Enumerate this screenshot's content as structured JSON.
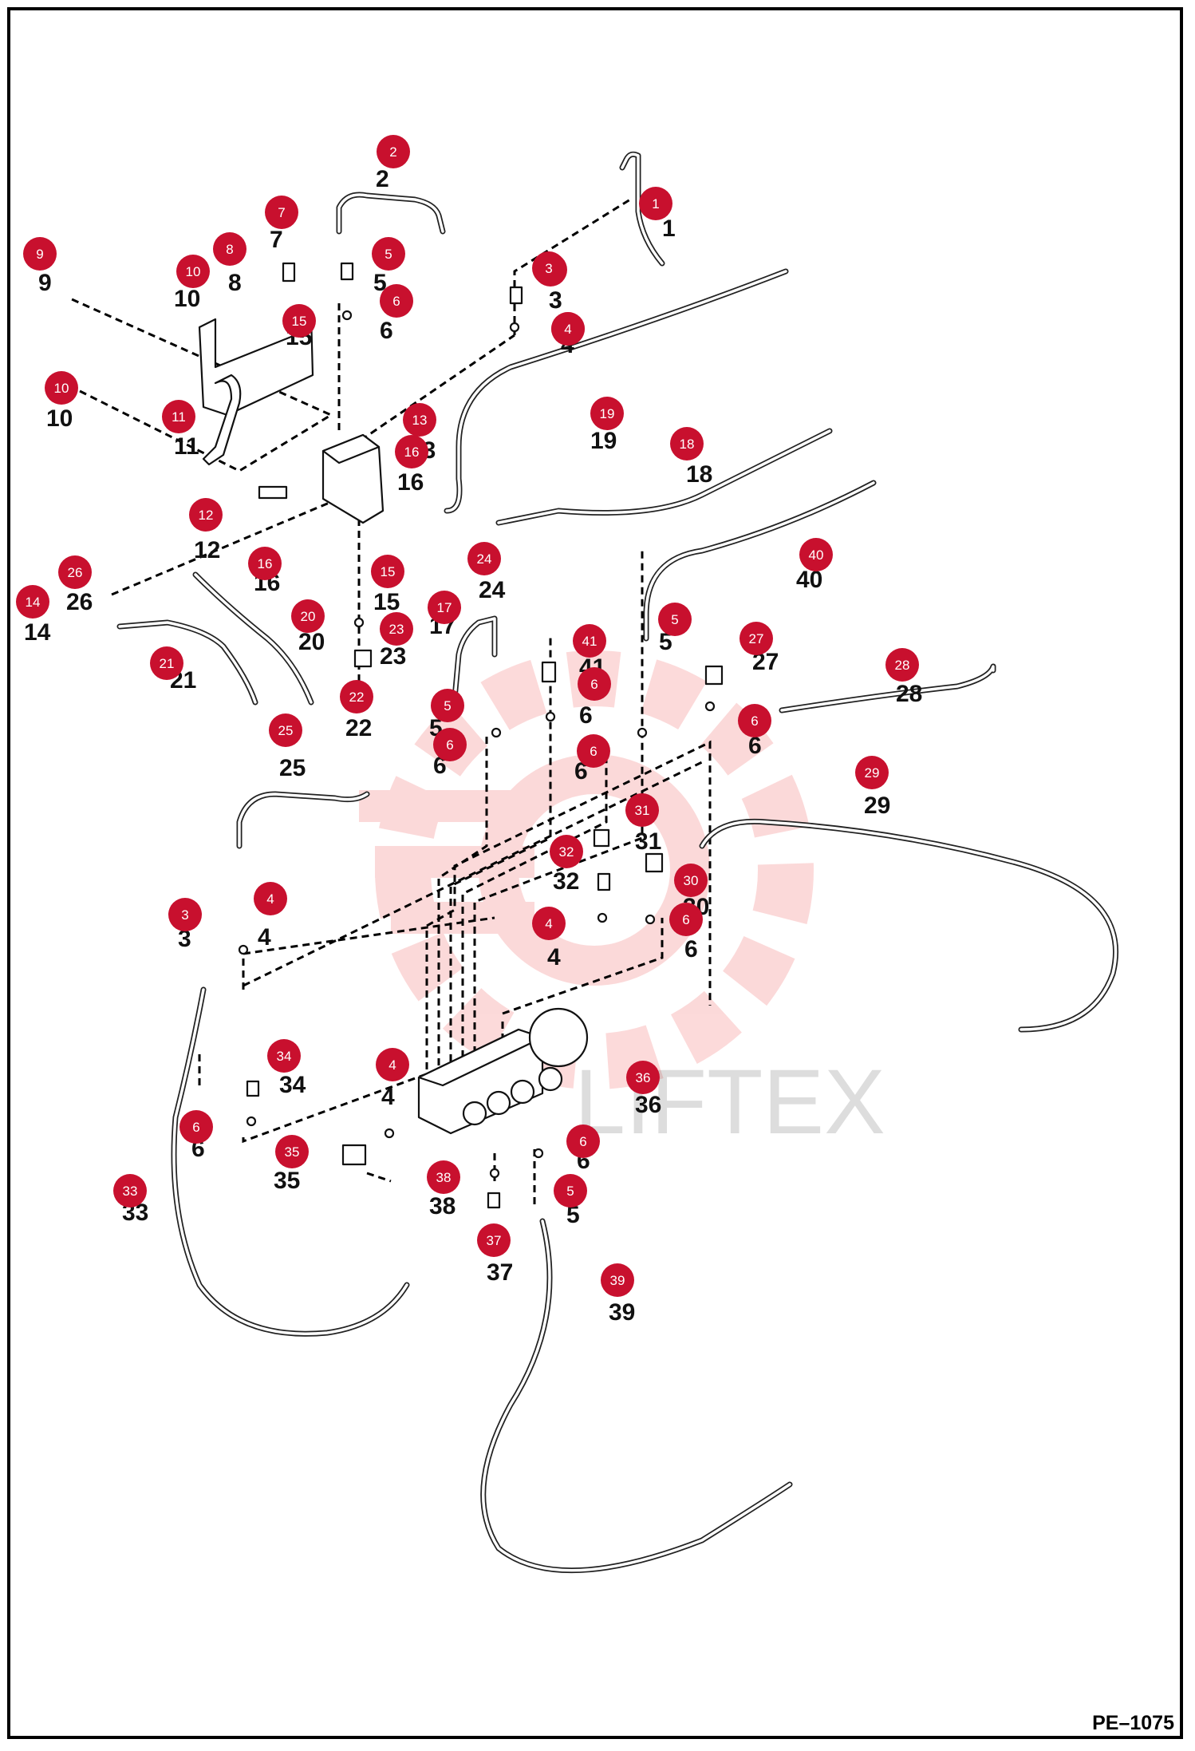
{
  "page_code": "PE–1075",
  "watermark_text": "LIFTEX",
  "accent_color": "#c8102e",
  "callouts": [
    {
      "num": "1",
      "label": "1"
    },
    {
      "num": "2",
      "label": "2"
    },
    {
      "num": "3",
      "label": "3"
    },
    {
      "num": "4",
      "label": "4"
    },
    {
      "num": "5",
      "label": "5"
    },
    {
      "num": "6",
      "label": "6"
    },
    {
      "num": "7",
      "label": "7"
    },
    {
      "num": "8",
      "label": "8"
    },
    {
      "num": "9",
      "label": "9"
    },
    {
      "num": "10",
      "label": "10"
    },
    {
      "num": "10",
      "label": "10"
    },
    {
      "num": "11",
      "label": "11"
    },
    {
      "num": "12",
      "label": "12"
    },
    {
      "num": "13",
      "label": "13"
    },
    {
      "num": "14",
      "label": "14"
    },
    {
      "num": "15",
      "label": "15"
    },
    {
      "num": "15",
      "label": "15"
    },
    {
      "num": "16",
      "label": "16"
    },
    {
      "num": "16",
      "label": "16"
    },
    {
      "num": "17",
      "label": "17"
    },
    {
      "num": "18",
      "label": "18"
    },
    {
      "num": "19",
      "label": "19"
    },
    {
      "num": "20",
      "label": "20"
    },
    {
      "num": "21",
      "label": "21"
    },
    {
      "num": "22",
      "label": "22"
    },
    {
      "num": "23",
      "label": "23"
    },
    {
      "num": "24",
      "label": "24"
    },
    {
      "num": "25",
      "label": "25"
    },
    {
      "num": "26",
      "label": "26"
    },
    {
      "num": "27",
      "label": "27"
    },
    {
      "num": "28",
      "label": "28"
    },
    {
      "num": "29",
      "label": "29"
    },
    {
      "num": "30",
      "label": "30"
    },
    {
      "num": "31",
      "label": "31"
    },
    {
      "num": "32",
      "label": "32"
    },
    {
      "num": "33",
      "label": "33"
    },
    {
      "num": "34",
      "label": "34"
    },
    {
      "num": "35",
      "label": "35"
    },
    {
      "num": "36",
      "label": "36"
    },
    {
      "num": "37",
      "label": "37"
    },
    {
      "num": "38",
      "label": "38"
    },
    {
      "num": "39",
      "label": "39"
    },
    {
      "num": "40",
      "label": "40"
    },
    {
      "num": "41",
      "label": "41"
    },
    {
      "num": "3",
      "label": "3"
    },
    {
      "num": "3",
      "label": "3"
    },
    {
      "num": "4",
      "label": "4"
    },
    {
      "num": "4",
      "label": "4"
    },
    {
      "num": "4",
      "label": "4"
    },
    {
      "num": "4",
      "label": "4"
    },
    {
      "num": "5",
      "label": "5"
    },
    {
      "num": "5",
      "label": "5"
    },
    {
      "num": "5",
      "label": "5"
    },
    {
      "num": "6",
      "label": "6"
    },
    {
      "num": "6",
      "label": "6"
    },
    {
      "num": "6",
      "label": "6"
    },
    {
      "num": "6",
      "label": "6"
    },
    {
      "num": "6",
      "label": "6"
    },
    {
      "num": "6",
      "label": "6"
    },
    {
      "num": "6",
      "label": "6"
    }
  ]
}
